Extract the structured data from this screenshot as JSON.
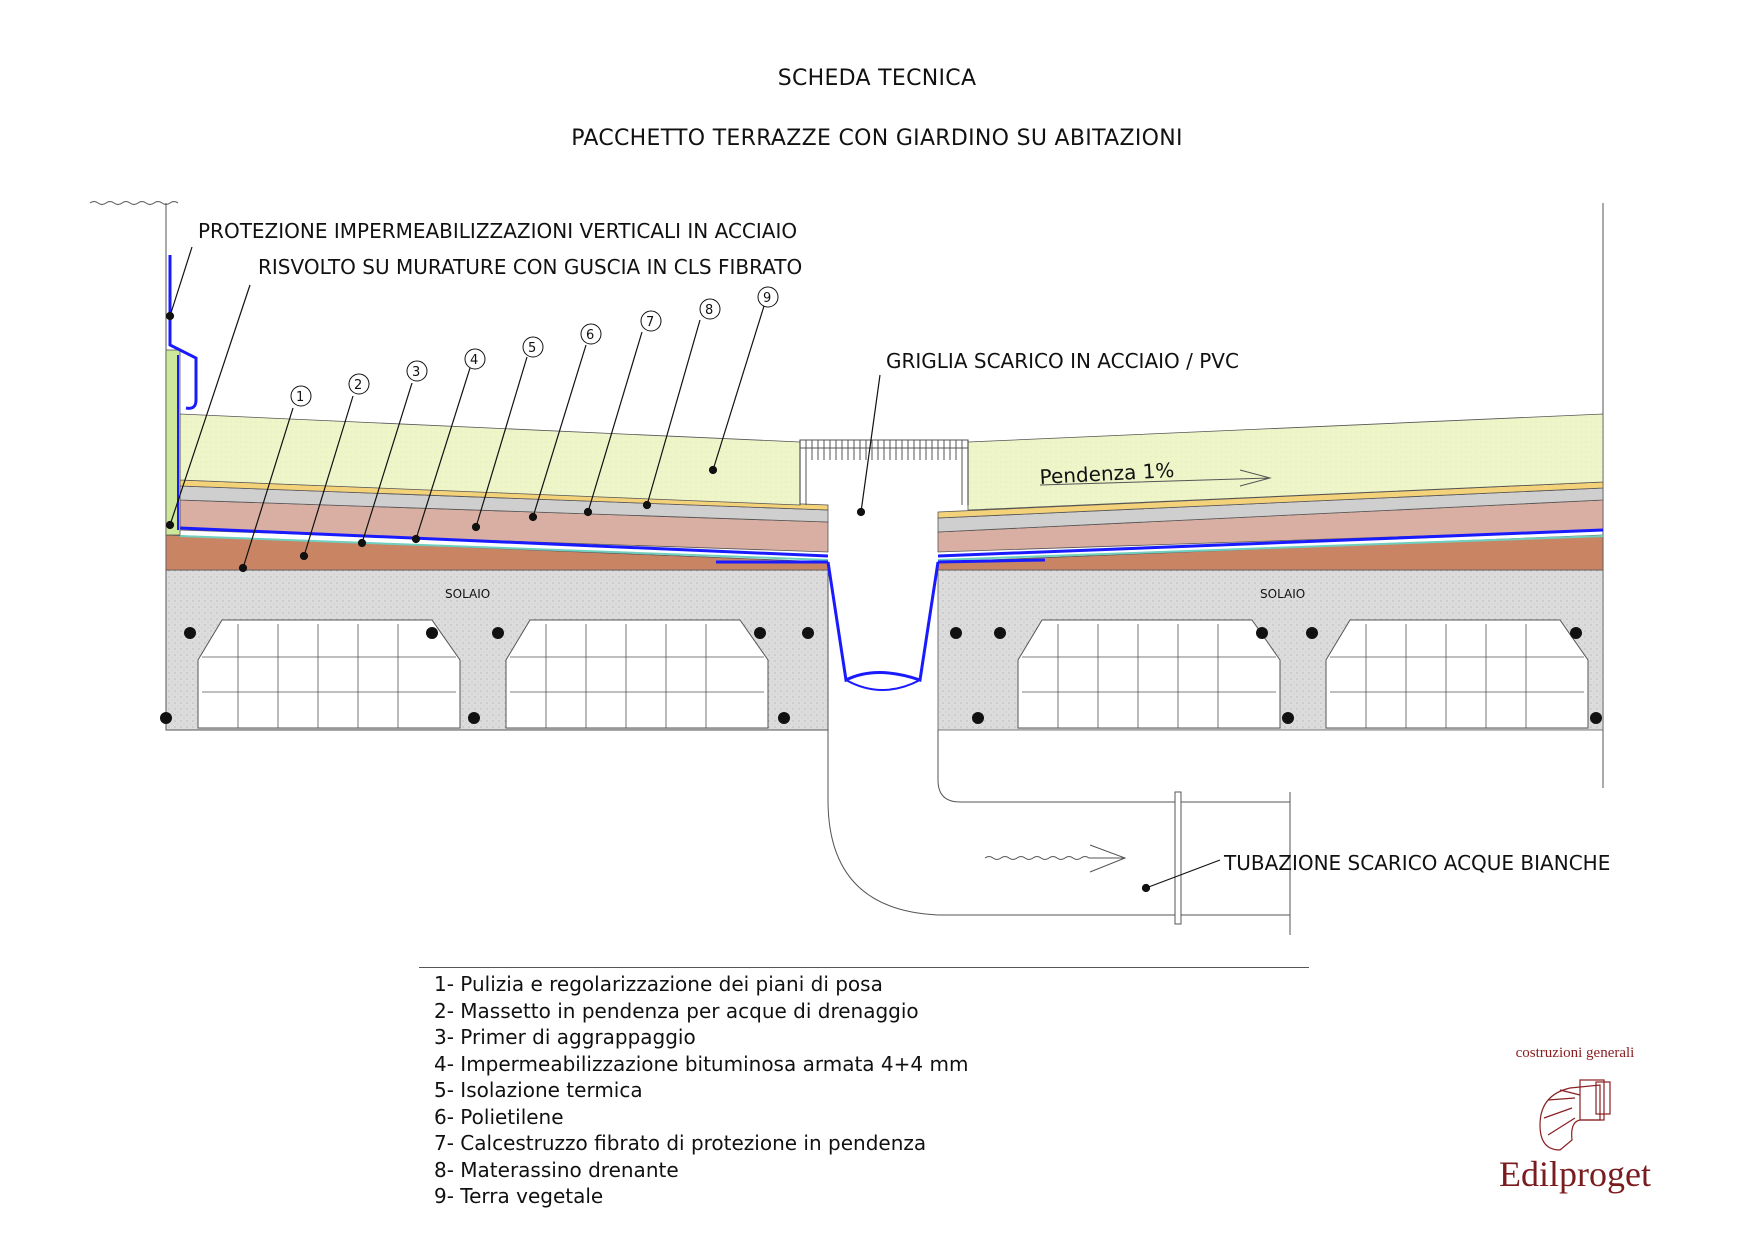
{
  "header": {
    "title": "SCHEDA TECNICA",
    "subtitle": "PACCHETTO TERRAZZE CON GIARDINO SU ABITAZIONI"
  },
  "callouts": {
    "protezione": "PROTEZIONE IMPERMEABILIZZAZIONI VERTICALI IN ACCIAIO",
    "risvolto": "RISVOLTO SU MURATURE CON GUSCIA IN CLS FIBRATO",
    "griglia": "GRIGLIA SCARICO IN ACCIAIO / PVC",
    "tubazione": "TUBAZIONE SCARICO ACQUE BIANCHE",
    "pendenza": "Pendenza 1%",
    "solaio_left": "SOLAIO",
    "solaio_right": "SOLAIO"
  },
  "layer_numbers": [
    "1",
    "2",
    "3",
    "4",
    "5",
    "6",
    "7",
    "8",
    "9"
  ],
  "legend": [
    "1- Pulizia e regolarizzazione dei piani di posa",
    "2- Massetto in pendenza per acque di drenaggio",
    "3- Primer di aggrappaggio",
    "4- Impermeabilizzazione bituminosa armata 4+4 mm",
    "5- Isolazione termica",
    "6- Polietilene",
    "7- Calcestruzzo fibrato di protezione in pendenza",
    "8- Materassino drenante",
    "9- Terra vegetale"
  ],
  "logo": {
    "tagline": "costruzioni generali",
    "name": "Edilproget"
  },
  "colors": {
    "soil": "#eef5c9",
    "drain_mat": "#f4d27a",
    "concrete_protection": "#cfcfcf",
    "insulation": "#d9aea3",
    "membrane": "#1a1aff",
    "screed": "#c98463",
    "slab": "#dcdcdc",
    "brand": "#7a1c1f"
  }
}
